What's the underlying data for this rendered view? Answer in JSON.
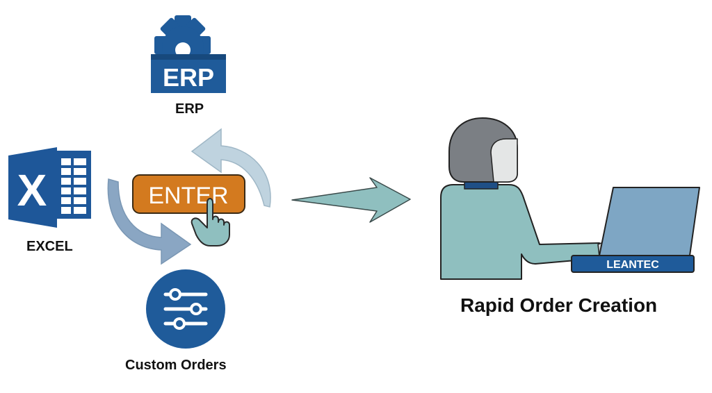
{
  "colors": {
    "navy": "#1f5b9a",
    "excel": "#1e5799",
    "orange": "#d37a1f",
    "teal": "#8fbfbf",
    "helmet": "#7b7f84",
    "laptop": "#7ea6c4",
    "laptop_base": "#1f5b9a",
    "cycle_arrow_light": "#bfd3df",
    "cycle_arrow_dark": "#8aa6c3"
  },
  "icons": {
    "erp": "erp-gear-icon",
    "excel": "excel-icon",
    "custom_orders": "sliders-icon",
    "hand": "pointing-hand-icon",
    "person": "person-at-laptop-icon"
  },
  "erp": {
    "badge_text": "ERP",
    "label": "ERP"
  },
  "excel": {
    "letter": "X",
    "label": "EXCEL"
  },
  "custom_orders": {
    "label": "Custom Orders"
  },
  "enter_button": {
    "label": "ENTER"
  },
  "laptop": {
    "brand": "LEANTEC"
  },
  "title": "Rapid Order Creation"
}
